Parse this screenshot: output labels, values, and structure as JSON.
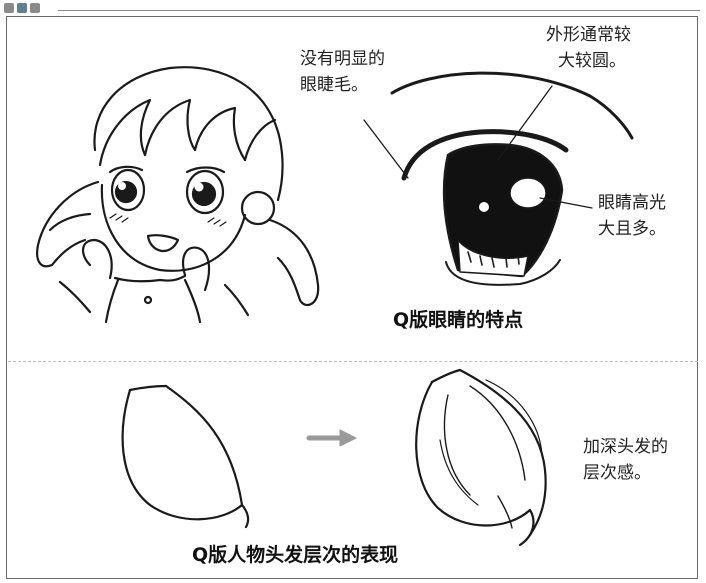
{
  "header": {
    "icon_colors": [
      "#8a8a8a",
      "#5f7f8f",
      "#8a8a8a"
    ]
  },
  "eye_section": {
    "anno_eyelash_line1": "没有明显的",
    "anno_eyelash_line2": "眼睫毛。",
    "anno_shape_line1": "外形通常较",
    "anno_shape_line2": "大较圆。",
    "anno_highlight_line1": "眼睛高光",
    "anno_highlight_line2": "大且多。",
    "caption": "Q版眼睛的特点"
  },
  "hair_section": {
    "anno_layer_line1": "加深头发的",
    "anno_layer_line2": "层次感。",
    "caption": "Q版人物头发层次的表现"
  },
  "colors": {
    "ink": "#1a1a1a",
    "arrow": "#9a9a9a",
    "frame": "#6a6a6a"
  }
}
